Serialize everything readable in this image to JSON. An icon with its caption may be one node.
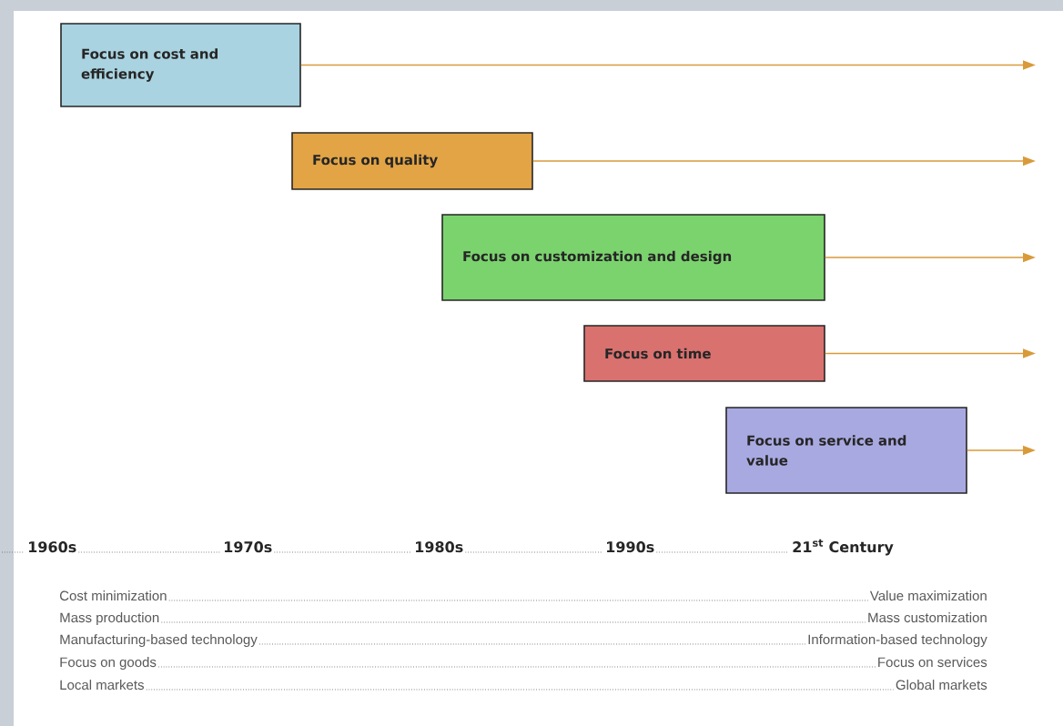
{
  "diagram": {
    "nodes": [
      {
        "text": [
          "Focus on cost and efficiency"
        ]
      },
      {
        "text": [
          "Focus on quality"
        ]
      },
      {
        "text": [
          "Focus on customization and design"
        ]
      },
      {
        "text": [
          "Focus on time"
        ]
      },
      {
        "text": [
          "Focus on service and value"
        ]
      }
    ],
    "edges": [
      {
        "from": 0,
        "to": null,
        "arrow": "to"
      },
      {
        "from": 1,
        "to": null,
        "arrow": "to"
      },
      {
        "from": 2,
        "to": null,
        "arrow": "to"
      },
      {
        "from": 3,
        "to": null,
        "arrow": "to"
      },
      {
        "from": 4,
        "to": null,
        "arrow": "to"
      }
    ],
    "labels": [
      "1960s",
      "1970s",
      "1980s",
      "1990s",
      "21$^{st}$ Century",
      "Cost minimization",
      "Value maximization",
      "Mass production",
      "Mass customization",
      "Manufacturing-based technology",
      "Information-based technology",
      "Focus on goods",
      "Focus on services",
      "Local markets",
      "Global markets"
    ]
  }
}
